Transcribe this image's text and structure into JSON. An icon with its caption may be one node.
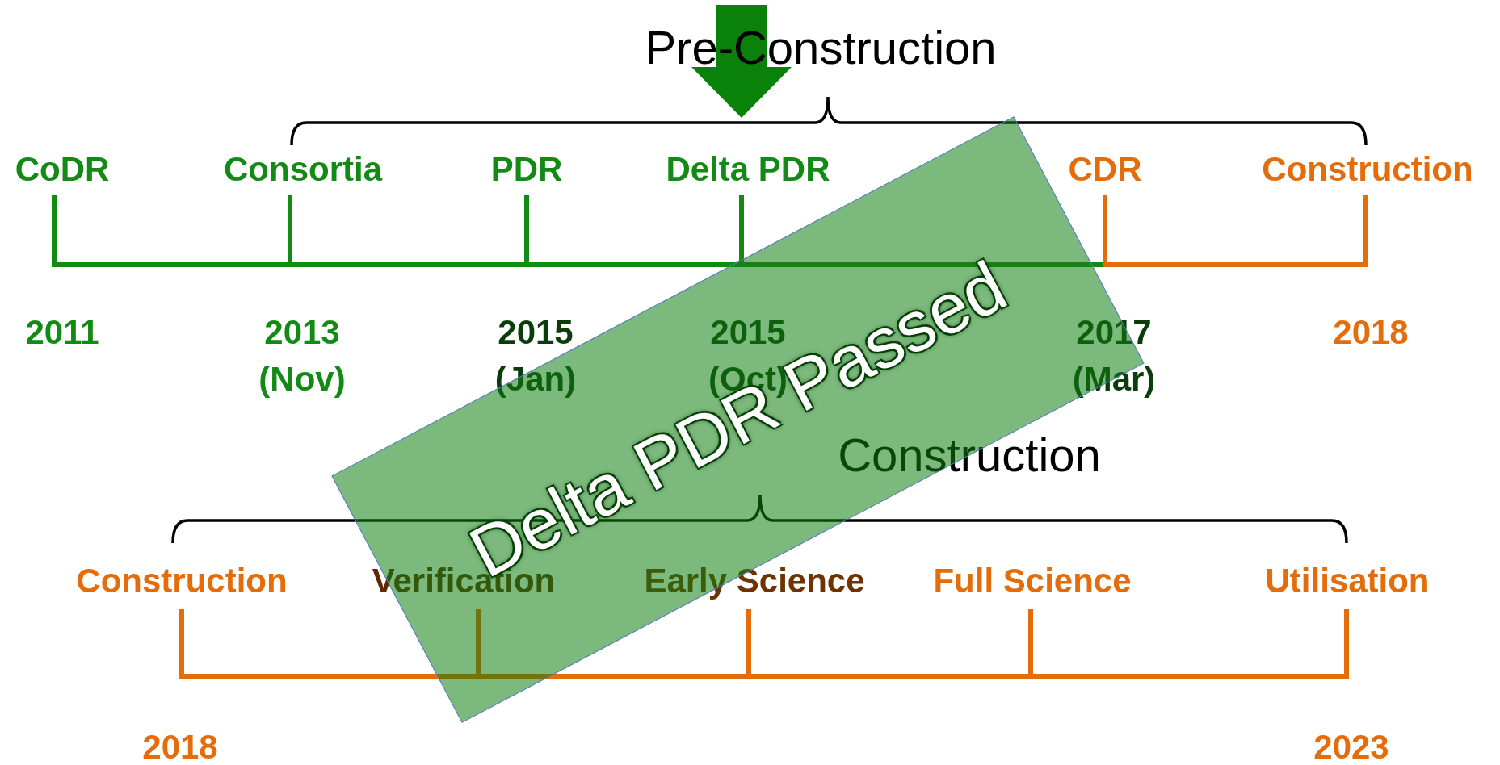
{
  "diagram": {
    "nodes": [
      {
        "text": [
          "Delta PDR Passed"
        ]
      }
    ],
    "edges": [],
    "labels": [
      "Pre-Construction",
      "CoDR",
      "Consortia",
      "PDR",
      "Delta PDR",
      "CDR",
      "Construction",
      "2011",
      "2013 (Nov)",
      "2015 (Jan)",
      "2015 (Oct)",
      "2017 (Mar)",
      "2018",
      "Construction",
      "Construction",
      "Verification",
      "Early Science",
      "Full Science",
      "Utilisation",
      "2018",
      "2023"
    ]
  }
}
